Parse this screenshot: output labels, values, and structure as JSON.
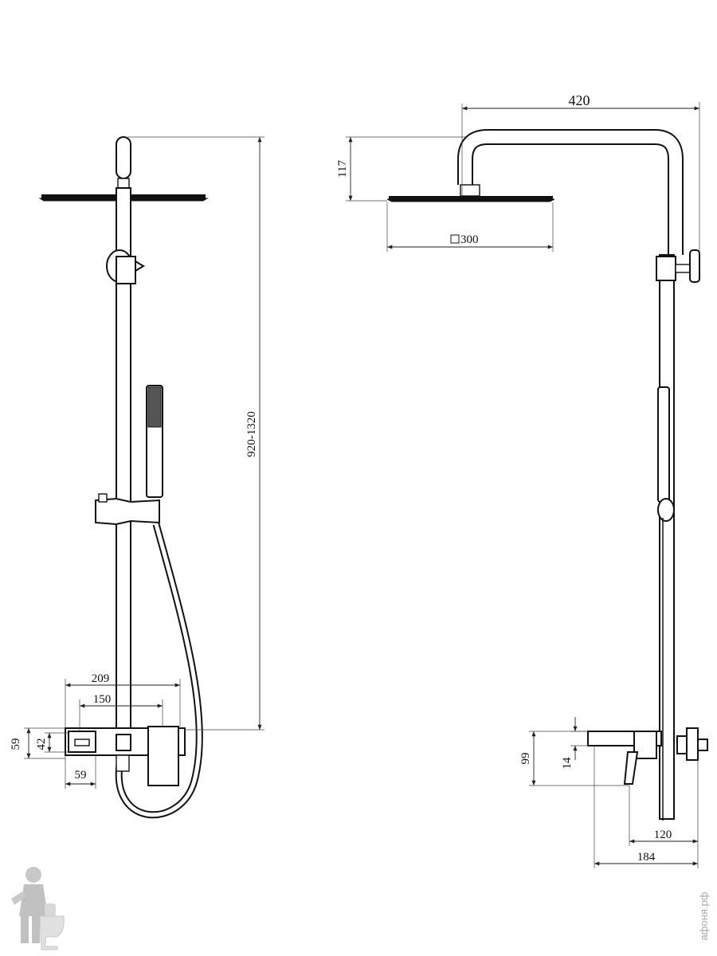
{
  "front_view": {
    "dims": {
      "height_range": "920-1320",
      "width_209": "209",
      "width_150": "150",
      "height_59": "59",
      "height_42": "42",
      "width_59": "59"
    }
  },
  "side_view": {
    "dims": {
      "reach_420": "420",
      "drop_117": "117",
      "head_size": "300",
      "height_99": "99",
      "height_14": "14",
      "depth_120": "120",
      "depth_184": "184"
    }
  },
  "watermark": {
    "text": "афоня.рф"
  }
}
